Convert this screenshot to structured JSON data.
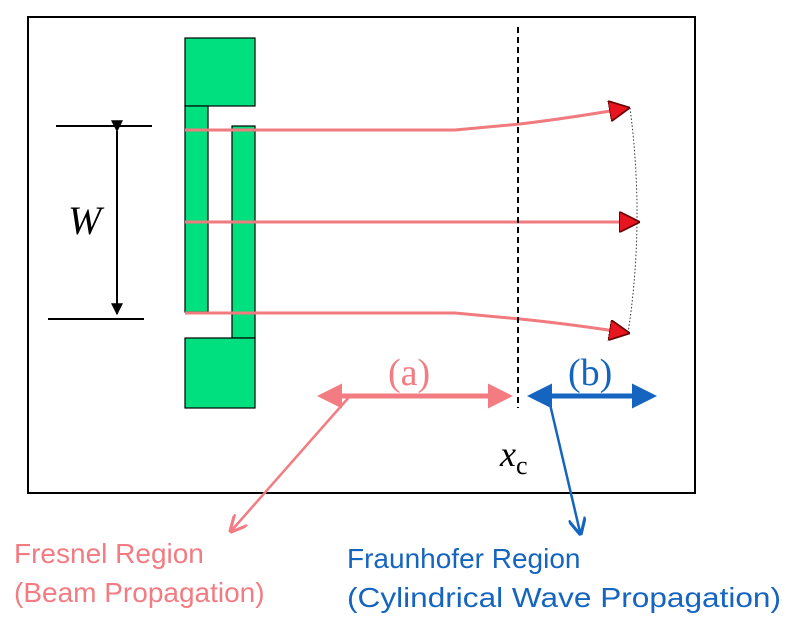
{
  "labels": {
    "width_symbol": "W",
    "region_a": "(a)",
    "region_b": "(b)",
    "boundary_symbol": "x",
    "boundary_subscript": "c",
    "fresnel_title": "Fresnel Region",
    "fresnel_subtitle": "(Beam Propagation)",
    "fraunhofer_title": "Fraunhofer Region",
    "fraunhofer_subtitle": "(Cylindrical Wave Propagation)"
  },
  "colors": {
    "waveguide": "#00e07f",
    "ray": "#f07a7e",
    "ray_head": "#e8141f",
    "fresnel": "#f27c82",
    "fraunhofer": "#1565c0",
    "frame": "#000000"
  }
}
